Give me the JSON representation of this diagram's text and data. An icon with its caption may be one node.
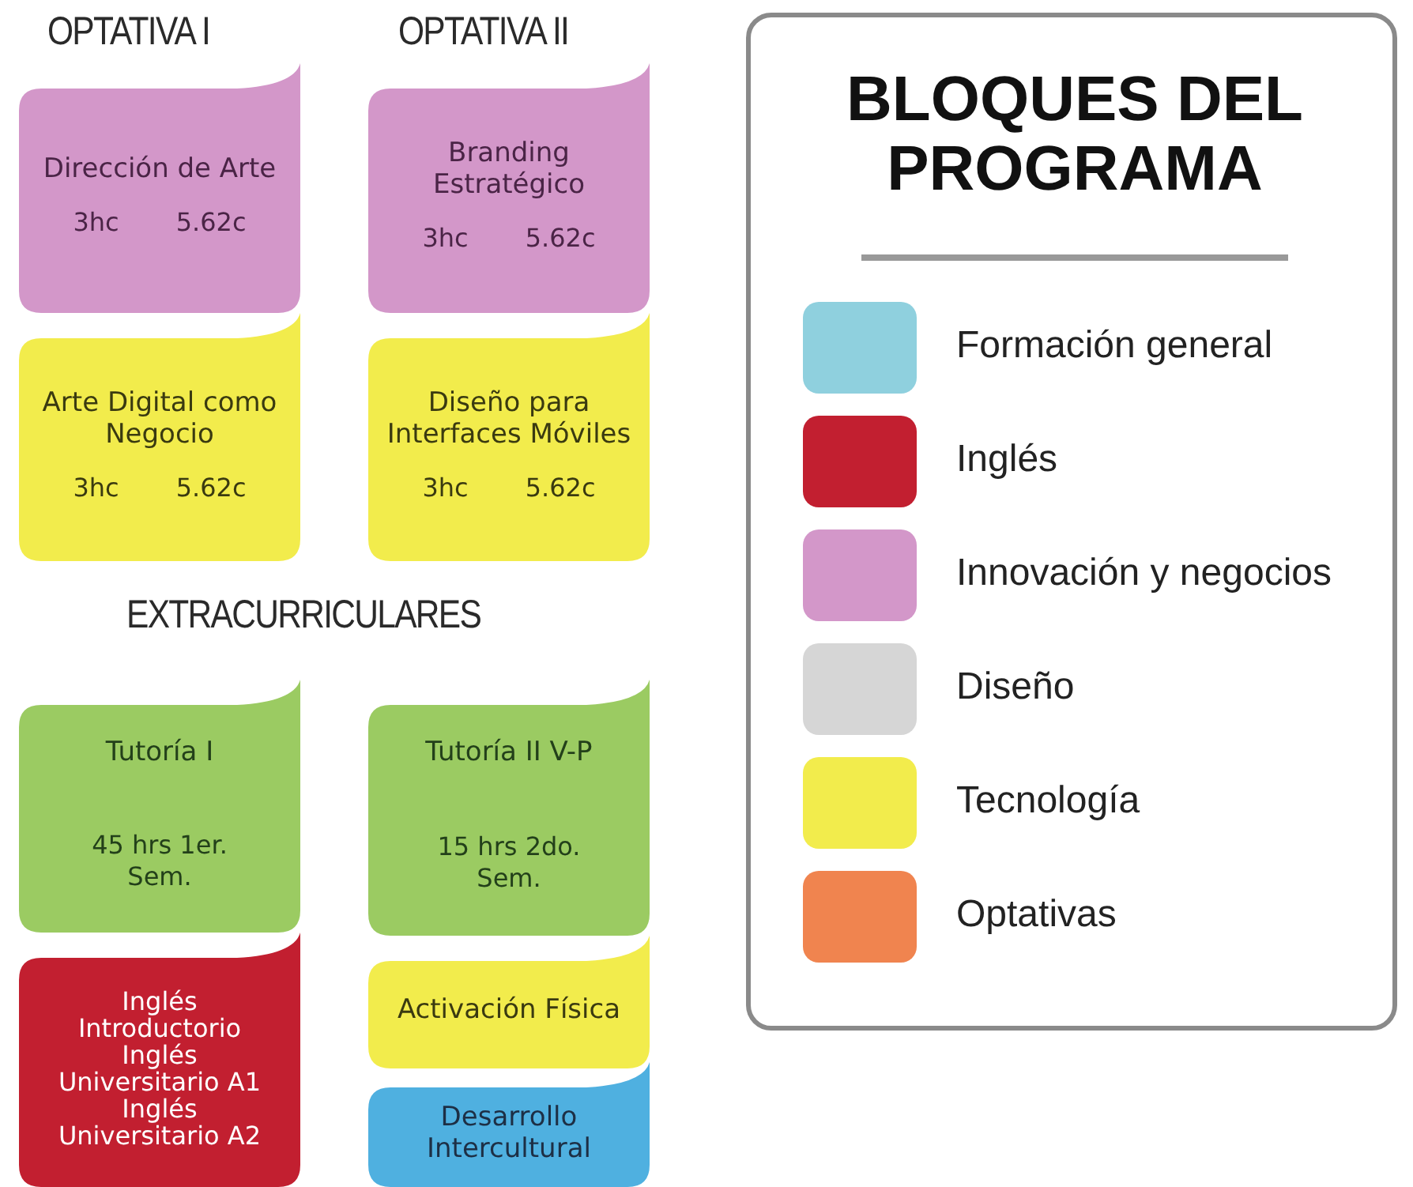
{
  "diagram": {
    "nodes": [
      {
        "text": [
          "Dirección de Arte",
          "3hc",
          "5.62c"
        ]
      },
      {
        "text": [
          "Branding Estratégico",
          "3hc",
          "5.62c"
        ]
      },
      {
        "text": [
          "Arte Digital como Negocio",
          "3hc",
          "5.62c"
        ]
      },
      {
        "text": [
          "Diseño para Interfaces Móviles",
          "3hc",
          "5.62c"
        ]
      },
      {
        "text": [
          "Tutoría I",
          "45 hrs 1er. Sem."
        ]
      },
      {
        "text": [
          "Tutoría II V-P",
          "15 hrs 2do. Sem."
        ]
      },
      {
        "text": [
          "Inglés Introductorio",
          "Inglés Universitario A1",
          "Inglés Universitario A2"
        ]
      },
      {
        "text": [
          "Activación Física"
        ]
      },
      {
        "text": [
          "Desarrollo Intercultural"
        ]
      }
    ],
    "labels": [
      "OPTATIVA I",
      "OPTATIVA II",
      "EXTRACURRICULARES",
      "BLOQUES DEL PROGRAMA"
    ],
    "legend": [
      {
        "text": "Formación general",
        "color": "#8fd0de"
      },
      {
        "text": "Inglés",
        "color": "#c21f30"
      },
      {
        "text": "Innovación y negocios",
        "color": "#d397c9"
      },
      {
        "text": "Diseño",
        "color": "#d6d6d6"
      },
      {
        "text": "Tecnología",
        "color": "#f2ec4c"
      },
      {
        "text": "Optativas",
        "color": "#f0844f"
      }
    ]
  }
}
